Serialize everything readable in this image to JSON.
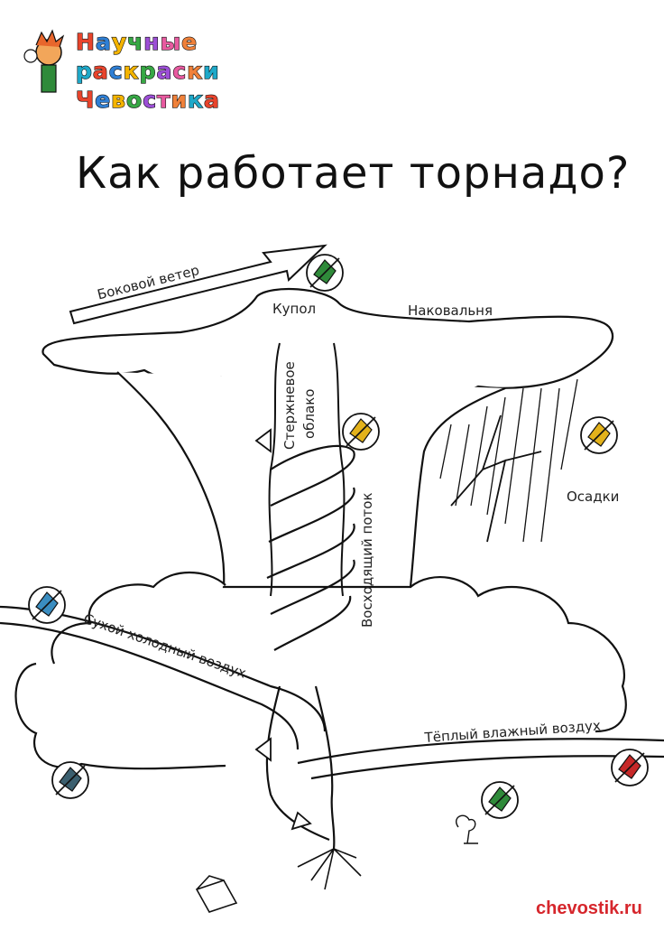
{
  "logo": {
    "lines": [
      "Научные",
      "раскраски",
      "Чевостика"
    ],
    "letter_colors": [
      "#e8442c",
      "#2f7fd4",
      "#f4b400",
      "#37a845",
      "#9c4fd6",
      "#e85aa0",
      "#f0813a",
      "#1fa9c9"
    ]
  },
  "title": "Как работает торнадо?",
  "labels": {
    "side_wind": "Боковой ветер",
    "dome": "Купол",
    "anvil": "Наковальня",
    "core_cloud_1": "Стержневое",
    "core_cloud_2": "облако",
    "updraft": "Восходящий поток",
    "precipitation": "Осадки",
    "dry_cold_air": "Сухой холодный воздух",
    "warm_moist_air": "Тёплый влажный воздух"
  },
  "pencil_colors": {
    "side_wind": "#2f8a3a",
    "core_cloud": "#e3b21b",
    "precipitation": "#e3b21b",
    "dry_cold_air": "#3a8dc0",
    "warm_moist_air_left": "#2f8a3a",
    "warm_moist_air_right": "#c62828",
    "ground_left": "#3b5f6f"
  },
  "website": "chevostik.ru"
}
